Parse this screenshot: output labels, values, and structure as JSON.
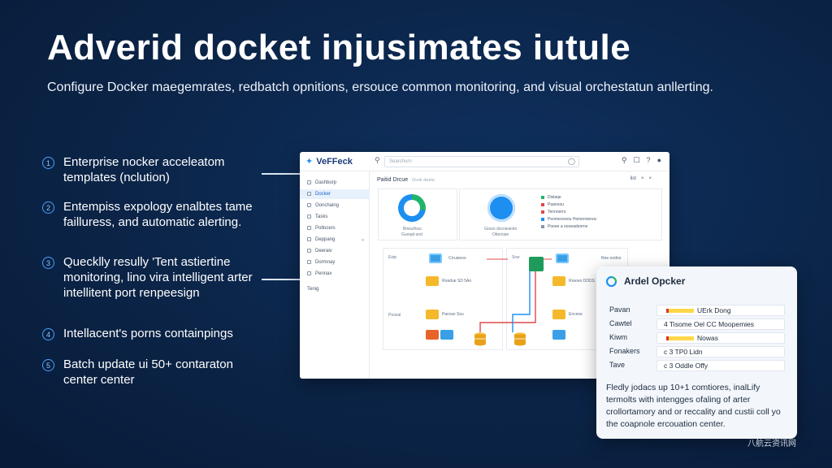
{
  "hero": {
    "title": "Adverid docket injusimates iutule",
    "subtitle": "Configure Docker maegemrates, redbatch opnitions, ersouce common monitoring, and visual orchestatun anllerting."
  },
  "features": [
    {
      "num": "1",
      "text": "Enterprise nocker acceleatom templates (nclution)"
    },
    {
      "num": "2",
      "text": "Entempiss expology enalbtes tame failluress, and automatic alerting."
    },
    {
      "num": "3",
      "text": "Quecklly resully 'Tent astiertine monitoring, lino vira intelligent arter intellitent port renpeesign"
    },
    {
      "num": "4",
      "text": "Intellacent's porns containpings"
    },
    {
      "num": "5",
      "text": "Batch update ui 50+ contaraton center center"
    }
  ],
  "dashboard": {
    "brand": "VeFFeck",
    "search_placeholder": "Searchurn",
    "sidebar": [
      "Dashborp",
      "Docker",
      "Oonchaing",
      "Tasks",
      "Pollocers",
      "Deppang",
      "Deeraiv",
      "Dormnay",
      "Pennax",
      "Tenig"
    ],
    "main_title": "Paitid Drcue",
    "main_sub": "Dosk deeto",
    "actions": [
      "list",
      "×",
      "×"
    ],
    "card1_caption": [
      "Bneurfnus",
      "Guoopl-snd"
    ],
    "card2_caption": [
      "Grasn docniesiotn",
      "Ottersian"
    ],
    "legend": [
      "Dislaqe",
      "Paanoou",
      "Tennoerro",
      "Peomeoceou Hoinennerea:",
      "Poeee a oooeadeorne"
    ],
    "flow_lanes": [
      "Estp",
      "Poosal"
    ],
    "flow_right_lanes": [
      "Srar"
    ],
    "node_labels": [
      "Crrusieoo",
      "Roadue SD 5Ao",
      "Parcwe Ssu",
      "Ree oodoo",
      "Rraoeo DDDS",
      "Enceoe"
    ]
  },
  "panel": {
    "title": "Ardel Opcker",
    "rows": [
      {
        "key": "Pavan",
        "value": "UErk Dong"
      },
      {
        "key": "Cawtel",
        "value": "4 Tisome Oel CC Moopemies"
      },
      {
        "key": "Kiwm",
        "value": "Nowas"
      },
      {
        "key": "Fonakers",
        "value": "c 3 TP0 Lidn"
      },
      {
        "key": "Tave",
        "value": "c 3 Oddle Offy"
      }
    ],
    "description": "Fledly jodacs up 10+1 comtiores, inalLify termolts with intengges ofaling of arter crollortamory and or reccality and custii coll yo the coapnole ercouation center."
  },
  "watermark": "八航云资讯网",
  "colors": {
    "background": "#0b2447",
    "accent": "#1d8ff0",
    "ring_green": "#22b36b",
    "node_yellow": "#f5b82a",
    "edge_red": "#e04848"
  }
}
